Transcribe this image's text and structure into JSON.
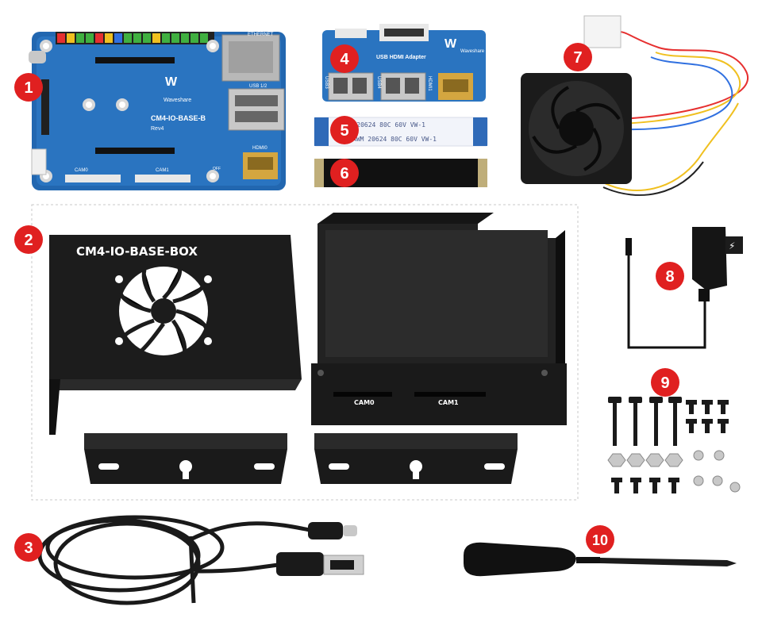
{
  "items": [
    {
      "number": "1",
      "board_title": "CM4-IO-BASE-B",
      "board_rev": "Rev4",
      "brand": "Waveshare",
      "labels": {
        "ethernet": "ETHERNET",
        "usb": "USB 1/2",
        "hdmi": "HDMI0",
        "cam0": "CAM0",
        "cam1": "CAM1",
        "off": "OFF"
      }
    },
    {
      "number": "2",
      "case_title": "CM4-IO-BASE-BOX",
      "cam0": "CAM0",
      "cam1": "CAM1"
    },
    {
      "number": "3"
    },
    {
      "number": "4",
      "adapter_title": "USB HDMI Adapter",
      "brand": "Waveshare",
      "usb3": "USB3",
      "usb4": "USB4",
      "hdmi1": "HDMI1"
    },
    {
      "number": "5",
      "cable_print": "AWM  20624  80C  60V  VW-1"
    },
    {
      "number": "6"
    },
    {
      "number": "7"
    },
    {
      "number": "8"
    },
    {
      "number": "9"
    },
    {
      "number": "10"
    }
  ],
  "colors": {
    "badge": "#e02020",
    "pcb": "#1f5fa8",
    "metal": "#1a1a1a",
    "cable": "#222222"
  }
}
